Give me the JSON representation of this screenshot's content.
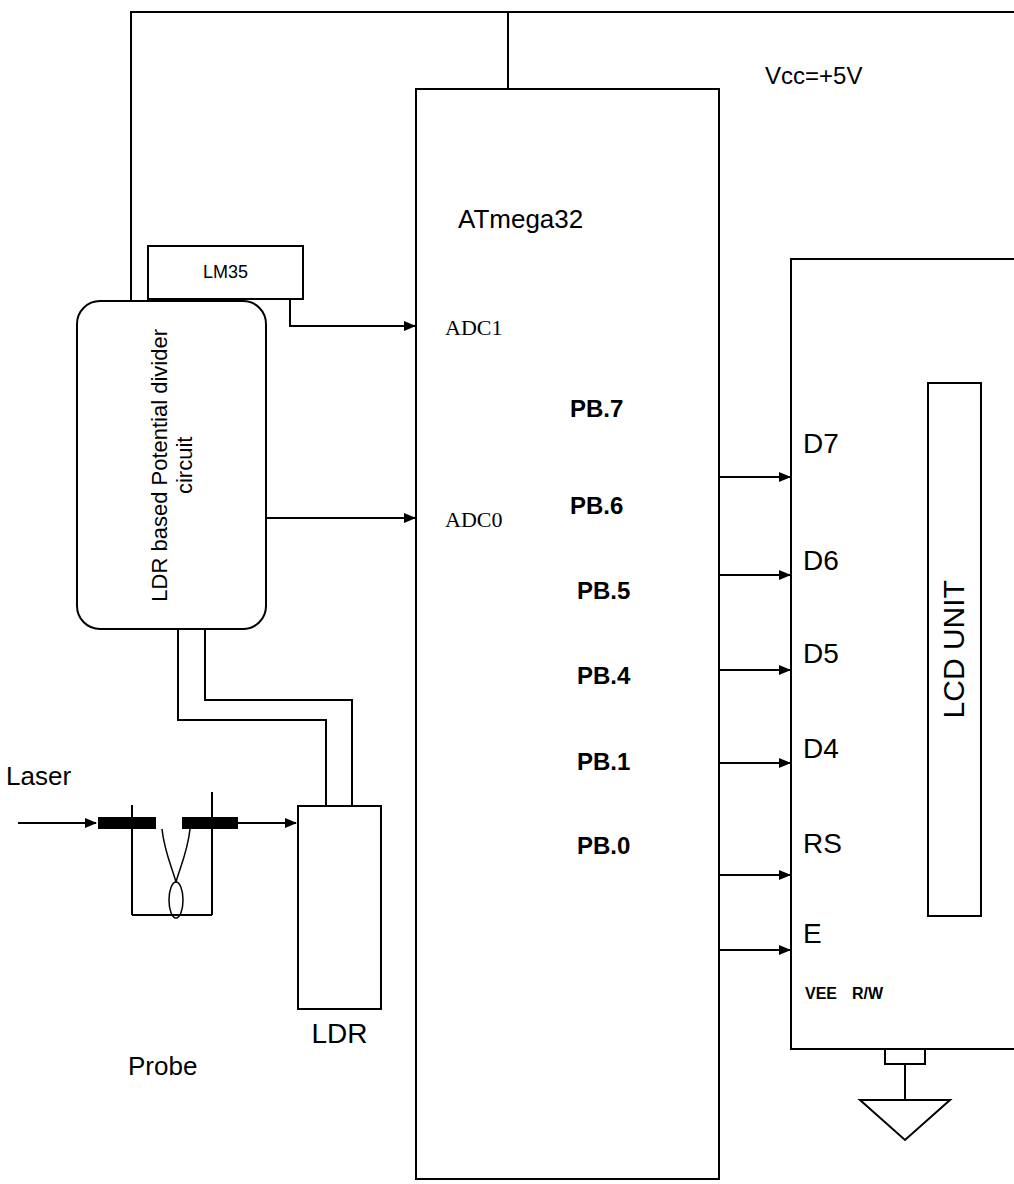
{
  "diagram": {
    "nodes": [
      {
        "text": [
          "LM35"
        ]
      },
      {
        "text": [
          "LDR based Potential divider circuit"
        ]
      },
      {
        "text": [
          "ATmega32",
          "ADC1",
          "ADC0",
          "PB.7",
          "PB.6",
          "PB.5",
          "PB.4",
          "PB.1",
          "PB.0"
        ]
      },
      {
        "text": [
          "D7",
          "D6",
          "D5",
          "D4",
          "RS",
          "E",
          "VEE",
          "R/W"
        ]
      },
      {
        "text": [
          "LCD UNIT"
        ],
        "in": 3
      },
      {
        "text": [
          "LDR"
        ]
      }
    ],
    "edges": [
      {
        "from": 0,
        "to": 2,
        "arrow": "to"
      },
      {
        "from": 1,
        "to": 2,
        "arrow": "to"
      },
      {
        "from": 2,
        "to": 3,
        "arrow": "to"
      },
      {
        "from": 2,
        "to": 3,
        "arrow": "to"
      },
      {
        "from": 2,
        "to": 3,
        "arrow": "to"
      },
      {
        "from": 2,
        "to": 3,
        "arrow": "to"
      },
      {
        "from": 2,
        "to": 3,
        "arrow": "to"
      },
      {
        "from": 2,
        "to": 3,
        "arrow": "to"
      },
      {
        "from": 1,
        "to": 5,
        "arrow": "none"
      },
      {
        "from": 1,
        "to": 2,
        "arrow": "none"
      }
    ],
    "labels": [
      "Vcc=+5V",
      "Laser",
      "Probe"
    ]
  }
}
